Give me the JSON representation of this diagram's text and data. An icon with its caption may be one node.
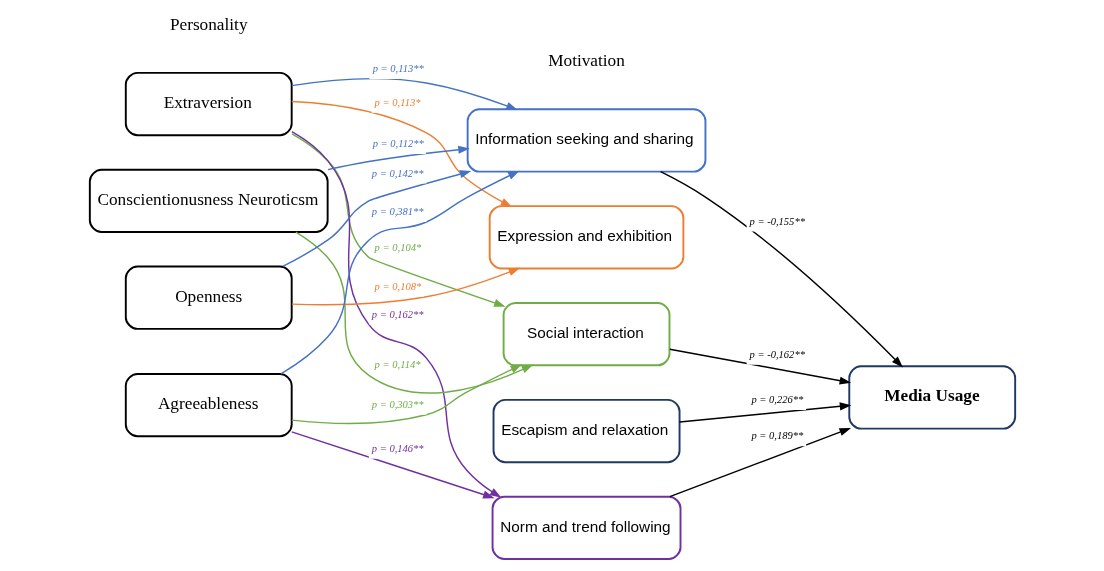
{
  "diagram": {
    "nodes": [
      {
        "text": [
          "Extraversion"
        ]
      },
      {
        "text": [
          "Conscientionusness Neuroticsm"
        ]
      },
      {
        "text": [
          "Openness"
        ]
      },
      {
        "text": [
          "Agreeableness"
        ]
      },
      {
        "text": [
          "Information seeking and sharing"
        ]
      },
      {
        "text": [
          "Expression and exhibition"
        ]
      },
      {
        "text": [
          "Social interaction"
        ]
      },
      {
        "text": [
          "Escapism and relaxation"
        ]
      },
      {
        "text": [
          "Norm and trend following"
        ]
      },
      {
        "text": [
          "Media Usage"
        ]
      }
    ],
    "edges": [
      {
        "from": 0,
        "to": 4,
        "arrow": "to",
        "label": "p = 0,113**",
        "color": "#4472c4"
      },
      {
        "from": 0,
        "to": 5,
        "arrow": "to",
        "label": "p = 0,113*",
        "color": "#ed7d31"
      },
      {
        "from": 0,
        "to": 8,
        "arrow": "to",
        "label": "p = 0,162**",
        "color": "#7030a0"
      },
      {
        "from": 0,
        "to": 6,
        "arrow": "to",
        "label": "p = 0,104*",
        "color": "#70ad47"
      },
      {
        "from": 1,
        "to": 4,
        "arrow": "to",
        "label": "p = 0,112**",
        "color": "#4472c4"
      },
      {
        "from": 1,
        "to": 6,
        "arrow": "to",
        "label": "p = 0,114*",
        "color": "#70ad47"
      },
      {
        "from": 2,
        "to": 4,
        "arrow": "to",
        "label": "p = 0,142**",
        "color": "#4472c4"
      },
      {
        "from": 2,
        "to": 5,
        "arrow": "to",
        "label": "p = 0,108*",
        "color": "#ed7d31"
      },
      {
        "from": 3,
        "to": 4,
        "arrow": "to",
        "label": "p = 0,381**",
        "color": "#4472c4"
      },
      {
        "from": 3,
        "to": 6,
        "arrow": "to",
        "label": "p = 0,303**",
        "color": "#70ad47"
      },
      {
        "from": 3,
        "to": 8,
        "arrow": "to",
        "label": "p = 0,146**",
        "color": "#7030a0"
      },
      {
        "from": 4,
        "to": 9,
        "arrow": "to",
        "label": "p = -0,155**",
        "color": "#000000"
      },
      {
        "from": 6,
        "to": 9,
        "arrow": "to",
        "label": "p = -0,162**",
        "color": "#000000"
      },
      {
        "from": 7,
        "to": 9,
        "arrow": "to",
        "label": "p = 0,226**",
        "color": "#000000"
      },
      {
        "from": 8,
        "to": 9,
        "arrow": "to",
        "label": "p = 0,189**",
        "color": "#000000"
      }
    ],
    "labels": [
      "Personality",
      "Motivation"
    ]
  }
}
